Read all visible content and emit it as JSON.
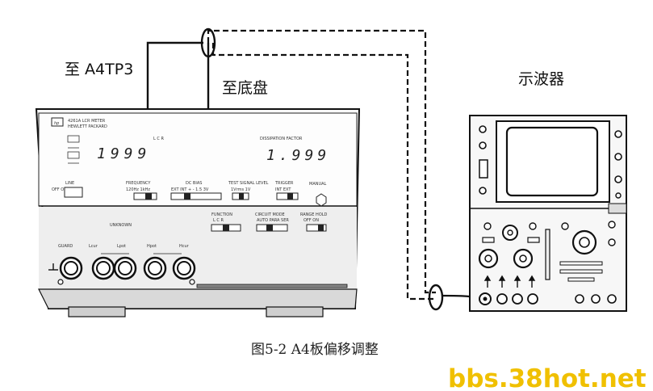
{
  "labels": {
    "to_a4tp3": "至 A4TP3",
    "to_chassis": "至底盘",
    "oscilloscope": "示波器"
  },
  "meter": {
    "model": "4261A LCR METER",
    "brand": "HEWLETT PACKARD",
    "lcr_label": "L C R",
    "dissipation_label": "DISSIPATION FACTOR",
    "lcr_display": "1999",
    "dissipation_display": "1.999",
    "line_label": "LINE",
    "off_on": "OFF  ON",
    "frequency_label": "FREQUENCY",
    "frequency_options": "120Hz  1kHz",
    "dc_bias_label": "DC BIAS",
    "dc_bias_options": "EXT INT  +  - 1.5  3V",
    "test_signal_label": "TEST SIGNAL LEVEL",
    "test_signal_options": "1Vrms  1V",
    "trigger_label": "TRIGGER",
    "trigger_options": "INT  EXT",
    "manual_label": "MANUAL",
    "function_label": "FUNCTION",
    "function_options": "L  C  R",
    "circuit_mode_label": "CIRCUIT MODE",
    "circuit_mode_options": "AUTO  PARA  SER",
    "range_hold_label": "RANGE HOLD",
    "range_hold_options": "OFF  ON",
    "unknown_label": "UNKNOWN",
    "guard_label": "GUARD",
    "terminal_labels": [
      "Lcur",
      "Lpot",
      "Hpot",
      "Hcur"
    ]
  },
  "caption": "图5-2 A4板偏移调整",
  "watermark": "bbs.38hot.net"
}
